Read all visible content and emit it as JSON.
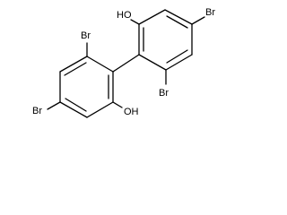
{
  "molecule": {
    "colors": {
      "bond": "#000000",
      "label": "#000000",
      "background": "#ffffff"
    },
    "labels": {
      "oh_top": "HO",
      "br_top_right": "Br",
      "br_mid_right": "Br",
      "br_upper_left": "Br",
      "br_lower_left": "Br",
      "oh_bottom": "OH"
    }
  }
}
